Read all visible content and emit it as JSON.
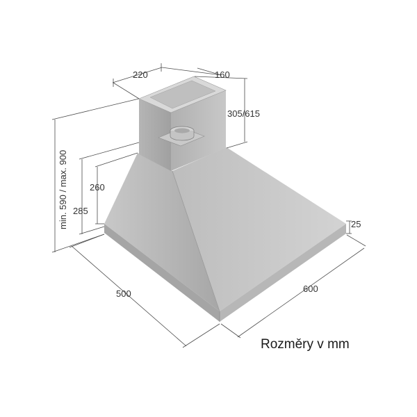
{
  "dimensions": {
    "chimney_width": "220",
    "chimney_depth": "160",
    "chimney_height": "305/615",
    "total_height": "min. 590 / max. 900",
    "canopy_height_inner": "260",
    "canopy_height_outer": "285",
    "rim_thickness": "25",
    "hood_depth": "500",
    "hood_width": "600"
  },
  "caption": "Rozměry v mm",
  "colors": {
    "canopy_left": "#b3b3b3",
    "canopy_right": "#c4c4c4",
    "chimney_left": "#aaaaaa",
    "chimney_right": "#bdbdbd",
    "chimney_top": "#d6d6d6",
    "rim_front": "#a3a3a3",
    "rim_side": "#b8b8b8",
    "dimension_line": "#4a4a4a"
  }
}
